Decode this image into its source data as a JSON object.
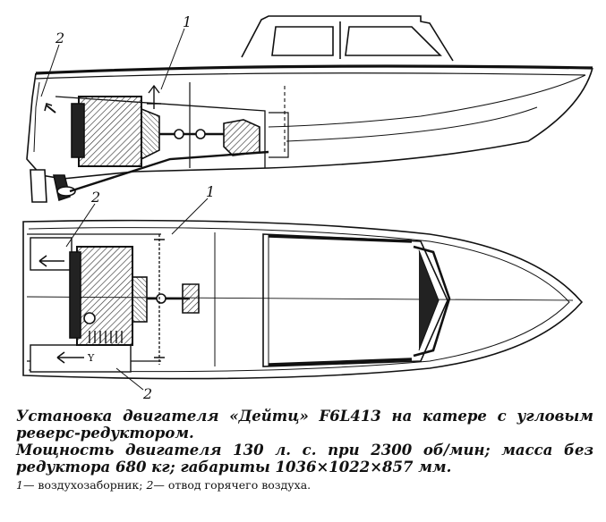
{
  "figure": {
    "side_view": {
      "callouts": [
        {
          "label": "2",
          "meaning": "legend.items.1"
        },
        {
          "label": "1",
          "meaning": "legend.items.0"
        }
      ]
    },
    "top_view": {
      "callouts": [
        {
          "label": "2"
        },
        {
          "label": "1"
        },
        {
          "label": "2"
        }
      ]
    },
    "arrow_marker": "Y"
  },
  "caption": {
    "line1": "Установка двигателя «Дейтц» F6L413 на катере с угловым",
    "line2": "реверс-редуктором.",
    "line3": "Мощность двигателя 130 л. с. при 2300 об/мин; масса без",
    "line4": "редуктора 680 кг; габариты 1036×1022×857 мм."
  },
  "legend": {
    "items": [
      {
        "num": "1",
        "text": "— воздухозаборник;"
      },
      {
        "num": "2",
        "text": "— отвод горячего воздуха."
      }
    ]
  },
  "colors": {
    "ink": "#111111",
    "paper": "#ffffff",
    "hatch": "#444444"
  }
}
